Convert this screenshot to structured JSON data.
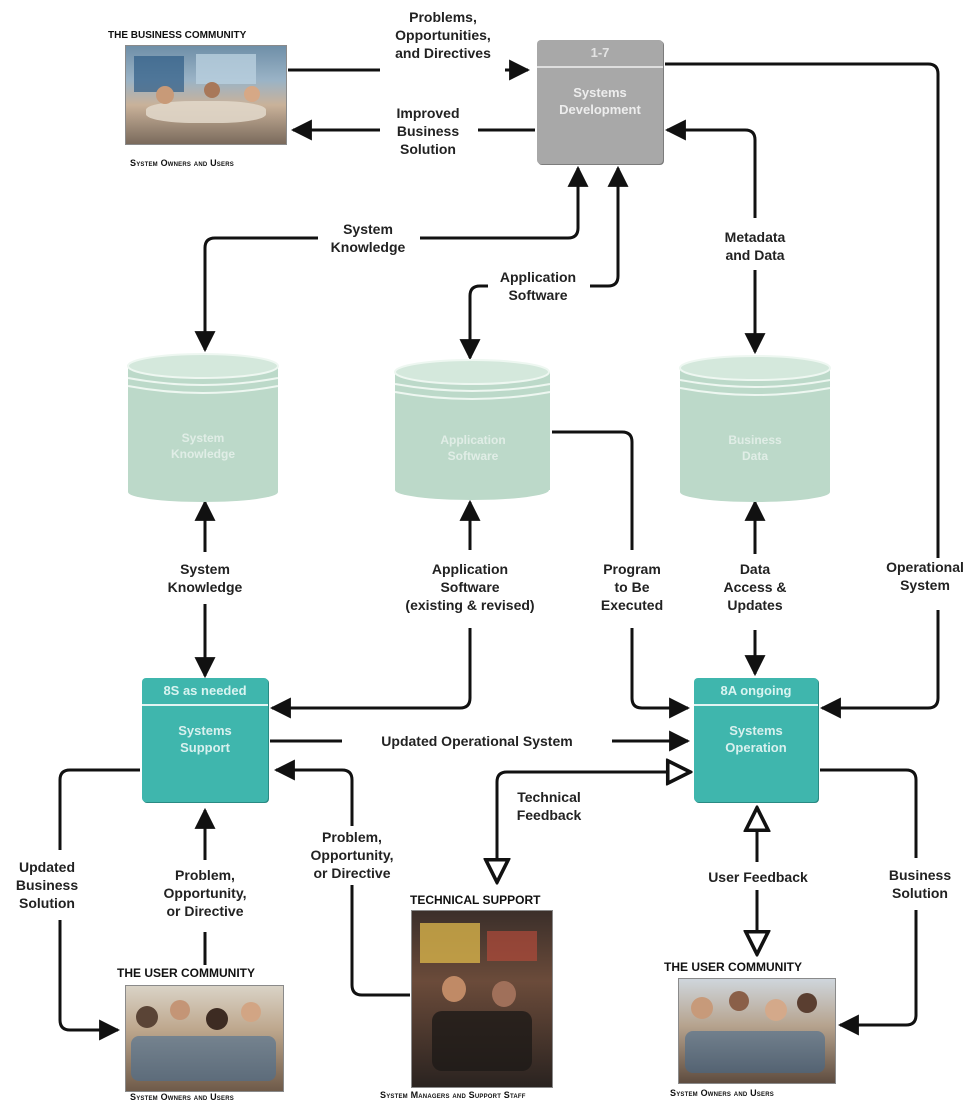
{
  "processes": {
    "development": {
      "id": "1-7",
      "name": "Systems\nDevelopment"
    },
    "support": {
      "id": "8S as needed",
      "name": "Systems\nSupport"
    },
    "operation": {
      "id": "8A ongoing",
      "name": "Systems\nOperation"
    }
  },
  "stores": {
    "knowledge": "System\nKnowledge",
    "software": "Application\nSoftware",
    "data": "Business\nData"
  },
  "communities": {
    "business": {
      "title": "THE BUSINESS COMMUNITY",
      "caption": "System Owners and Users"
    },
    "user_left": {
      "title": "THE USER COMMUNITY",
      "caption": "System Owners and Users"
    },
    "technical": {
      "title": "TECHNICAL SUPPORT",
      "caption": "System Managers and Support Staff"
    },
    "user_right": {
      "title": "THE USER COMMUNITY",
      "caption": "System Owners and Users"
    }
  },
  "flows": {
    "problems_opps": "Problems,\nOpportunities,\nand Directives",
    "improved_solution": "Improved\nBusiness\nSolution",
    "system_knowledge_top": "System\nKnowledge",
    "application_software_top": "Application\nSoftware",
    "metadata_data": "Metadata\nand Data",
    "operational_system": "Operational\nSystem",
    "system_knowledge_mid": "System\nKnowledge",
    "application_software_mid": "Application\nSoftware\n(existing & revised)",
    "program_executed": "Program\nto Be\nExecuted",
    "data_access": "Data\nAccess &\nUpdates",
    "updated_operational": "Updated Operational System",
    "technical_feedback": "Technical\nFeedback",
    "problem_opp_dir_mid": "Problem,\nOpportunity,\nor Directive",
    "updated_business_solution": "Updated\nBusiness\nSolution",
    "problem_opp_dir_left": "Problem,\nOpportunity,\nor Directive",
    "user_feedback": "User Feedback",
    "business_solution": "Business\nSolution"
  },
  "colors": {
    "process_fill": "#3fb6ad",
    "development_fill": "#a8a8a8",
    "store_fill": "#bcd9c9",
    "arrow": "#111111"
  }
}
